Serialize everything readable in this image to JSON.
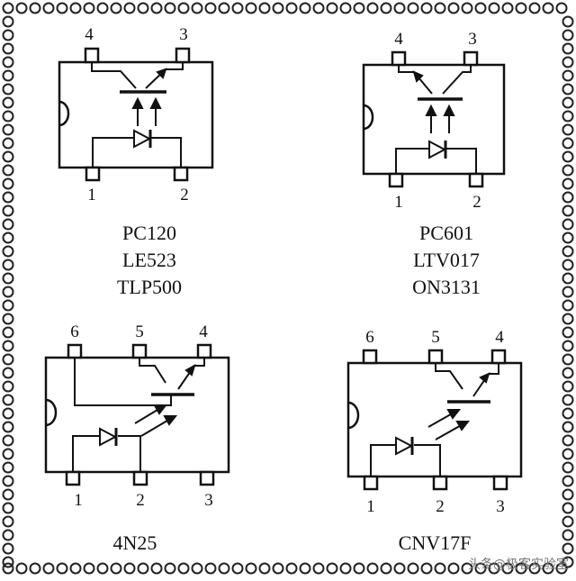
{
  "packages": [
    {
      "id": "pkg-top-left",
      "pin_labels": [
        "4",
        "3",
        "1",
        "2"
      ],
      "part_numbers": [
        "PC120",
        "LE523",
        "TLP500"
      ]
    },
    {
      "id": "pkg-top-right",
      "pin_labels": [
        "4",
        "3",
        "1",
        "2"
      ],
      "part_numbers": [
        "PC601",
        "LTV017",
        "ON3131"
      ]
    },
    {
      "id": "pkg-bottom-left",
      "pin_labels": [
        "6",
        "5",
        "4",
        "1",
        "2",
        "3"
      ],
      "part_numbers": [
        "4N25"
      ]
    },
    {
      "id": "pkg-bottom-right",
      "pin_labels": [
        "6",
        "5",
        "4",
        "1",
        "2",
        "3"
      ],
      "part_numbers": [
        "CNV17F"
      ]
    }
  ],
  "watermark": "头条@极客实验室",
  "colors": {
    "line": "#111111",
    "border_dot": "#222222"
  }
}
